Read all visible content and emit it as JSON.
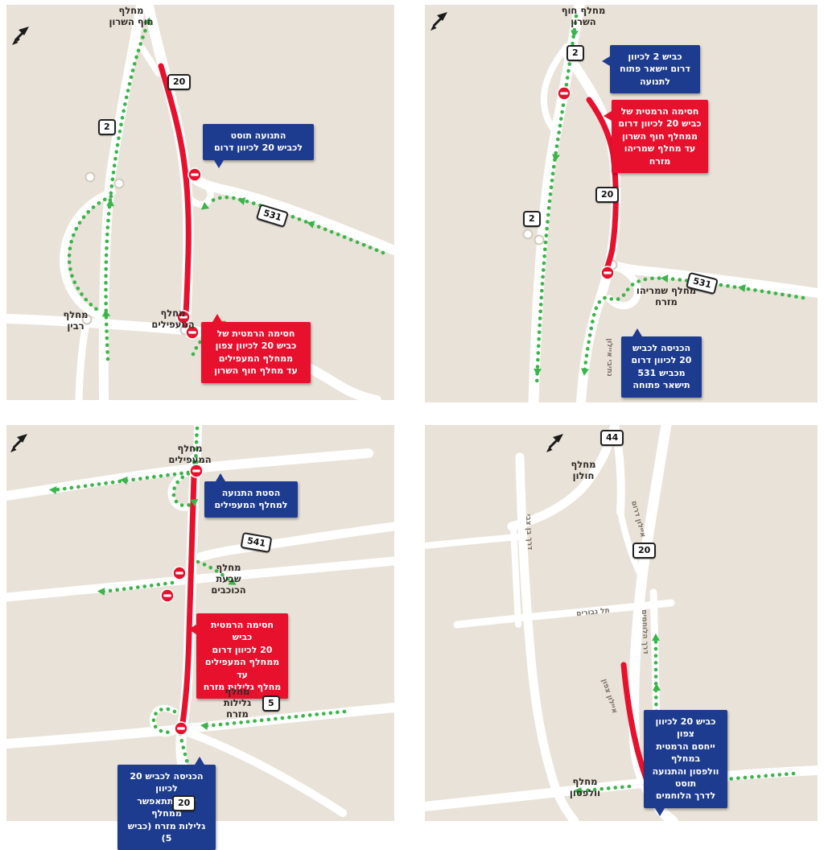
{
  "colors": {
    "panel_bg": "#e9e2d8",
    "road": "#ffffff",
    "closure_red": "#e8112d",
    "detour_green": "#3bb54a",
    "callout_blue": "#1e3c8f",
    "callout_red": "#e8112d"
  },
  "icons": {
    "compass": "north-arrow",
    "no_entry": "no-entry-road-closure-sign",
    "detour": "green-dotted-arrow-route"
  },
  "panels": {
    "tl": {
      "title": "מחלף\nחוף השרון",
      "badges": {
        "b2": "2",
        "b20": "20",
        "b531": "531"
      },
      "callout_blue": "התנועה תוסט\nלכביש 20 לכיוון דרום",
      "callout_red": "חסימה הרמטית של\nכביש 20 לכיוון צפון\nממחלף המעפילים\nעד מחלף חוף השרון",
      "label_rabin": "מחלף\nרבין",
      "label_maapilim": "מחלף\nהמעפילים"
    },
    "tr": {
      "title": "מחלף חוף\nהשרון",
      "badges": {
        "b2_top": "2",
        "b20": "20",
        "b2_mid": "2",
        "b531": "531"
      },
      "callout_blue_top": "כביש 2 לכיוון\nדרום יישאר פתוח\nלתנועה",
      "callout_red": "חסימה הרמטית של\nכביש 20 לכיוון דרום\nממחלף חוף השרון\nעד מחלף שמריהו\nמזרח",
      "label_shmaryahu": "מחלף שמריהו\nמזרח",
      "callout_blue_bottom": "הכניסה לכביש\n20 לכיוון דרום\nמכביש 531\nתישאר פתוחה",
      "label_road_vertical": "נתיבי איילון"
    },
    "bl": {
      "title": "מחלף\nהמעפילים",
      "badges": {
        "b541": "541",
        "b5": "5",
        "b20": "20"
      },
      "callout_blue_top": "הסטת התנועה\nלמחלף המעפילים",
      "label_seven_stars": "מחלף\nשבעת\nהכוכבים",
      "callout_red": "חסימה הרמטית כביש\n20 לכיוון דרום\nממחלף המעפילים עד\nמחלף גלילות מזרח",
      "label_glilot": "מחלף\nגלילות\nמזרח",
      "callout_blue_bottom": "הכניסה לכביש 20 לכיוון\nדרום תתאפשר ממחלף\nגלילות מזרח (כביש 5)"
    },
    "br": {
      "badges": {
        "b44": "44",
        "b20": "20"
      },
      "label_holon": "מחלף\nחולון",
      "label_ayalon_south": "איילון דרום",
      "label_ben_zvi": "דרך בן צבי",
      "label_tel_giborim": "תל גבורים",
      "label_halochamim": "דרך הלוחמים",
      "label_ayalon_north": "איילון צפון",
      "label_wolfson": "מחלף\nוולפסון",
      "callout_blue": "כביש 20 לכיוון צפון\nייחסם הרמטית במחלף\nוולפסון והתנועה תוסט\nלדרך הלוחמים"
    }
  }
}
